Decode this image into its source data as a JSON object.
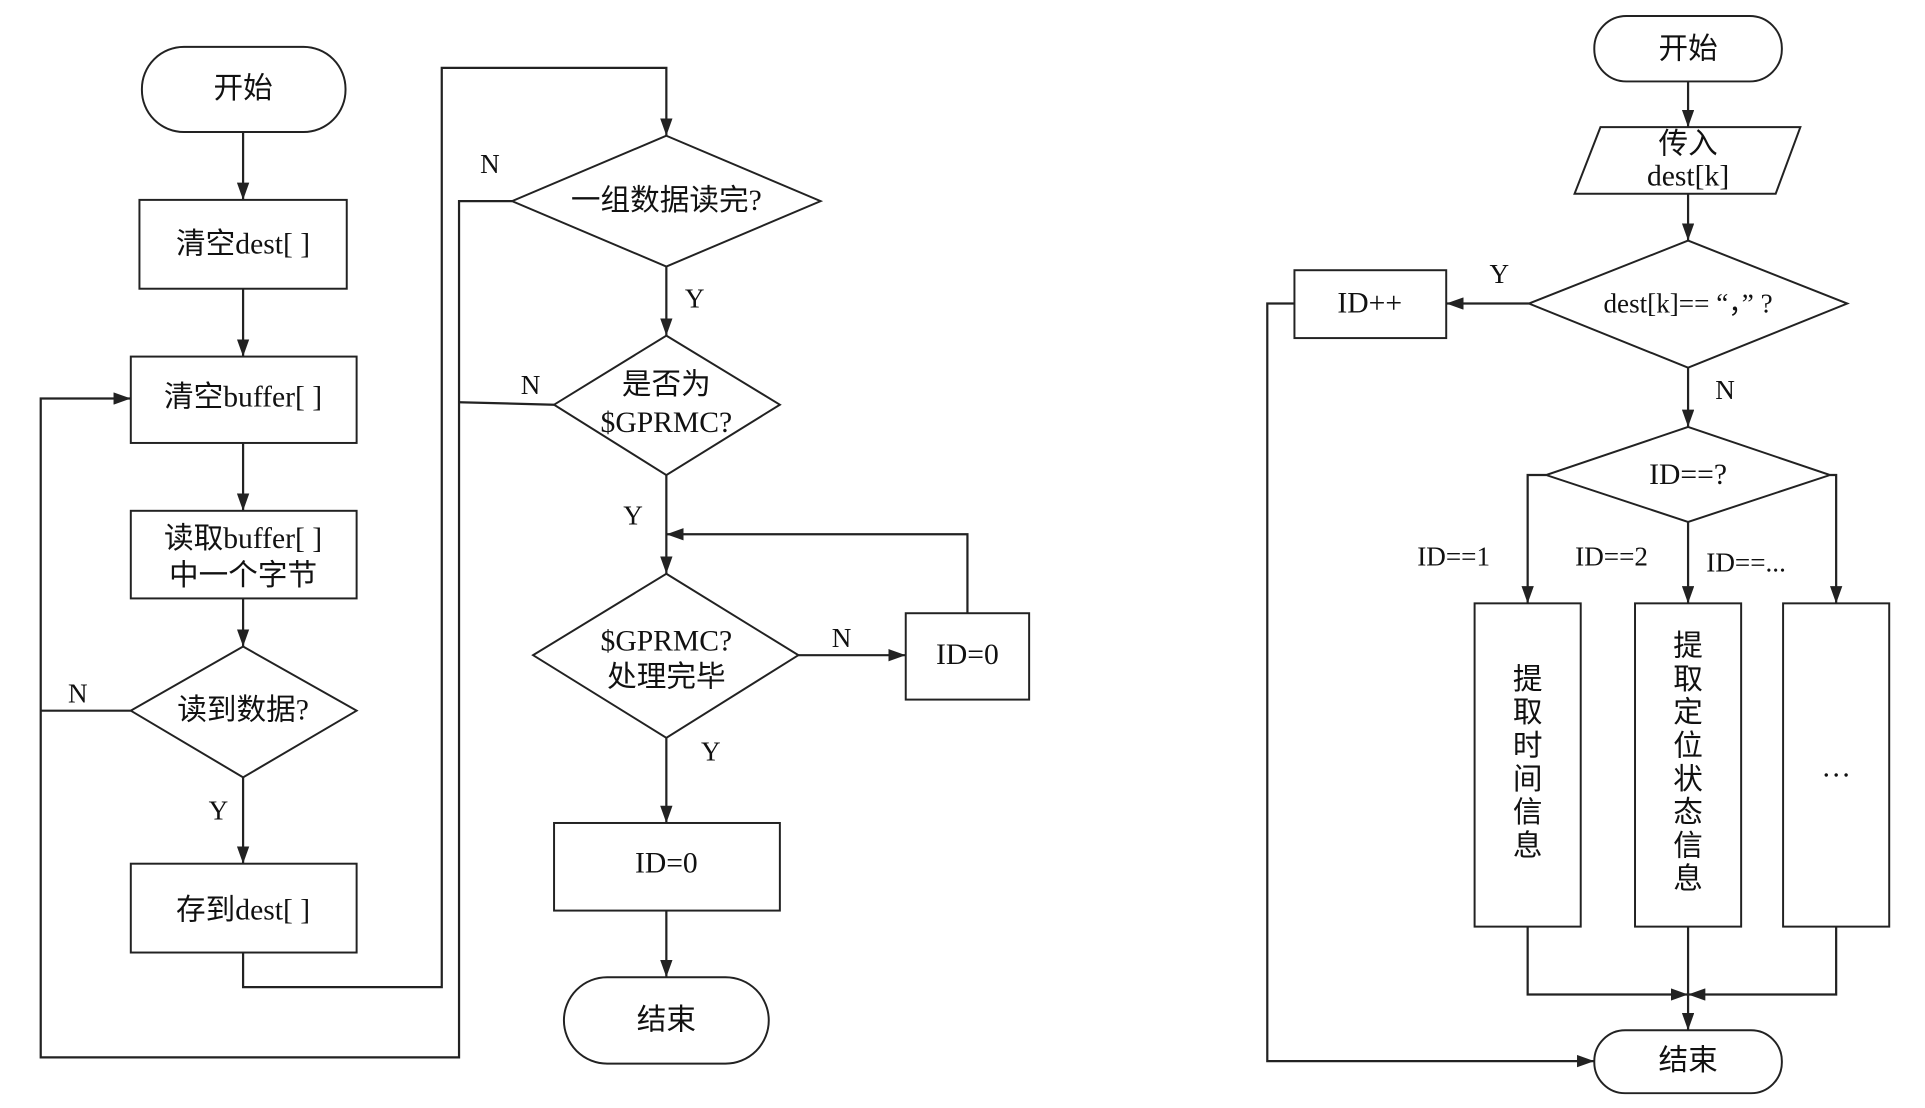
{
  "left_flow": {
    "start": "开始",
    "clear_dest": "清空dest[ ]",
    "clear_buffer": "清空buffer[ ]",
    "read_byte": [
      "读取buffer[ ]",
      "中一个字节"
    ],
    "data_read_decision": "读到数据?",
    "store_dest": "存到dest[ ]",
    "labels": {
      "data_read_no": "N",
      "data_read_yes": "Y"
    }
  },
  "middle_flow": {
    "group_done_decision": "一组数据读完?",
    "is_gprmc_decision": [
      "是否为",
      "$GPRMC?"
    ],
    "gprmc_done_decision": [
      "$GPRMC?",
      "处理完毕"
    ],
    "reset_id_loop": "ID=0",
    "reset_id": "ID=0",
    "end": "结束",
    "labels": {
      "group_done_no": "N",
      "group_done_yes": "Y",
      "is_gprmc_no": "N",
      "is_gprmc_yes": "Y",
      "gprmc_done_no": "N",
      "gprmc_done_yes": "Y"
    }
  },
  "right_flow": {
    "start": "开始",
    "input": [
      "传入",
      "dest[k]"
    ],
    "comma_decision": "dest[k]== “，” ?",
    "increment_id": "ID++",
    "id_switch": "ID==?",
    "extract_time": "提取时间信息",
    "extract_position_status": "提取定位状态信息",
    "more": "…",
    "end": "结束",
    "labels": {
      "comma_yes": "Y",
      "comma_no": "N",
      "case_1": "ID==1",
      "case_2": "ID==2",
      "case_more": "ID==..."
    }
  }
}
